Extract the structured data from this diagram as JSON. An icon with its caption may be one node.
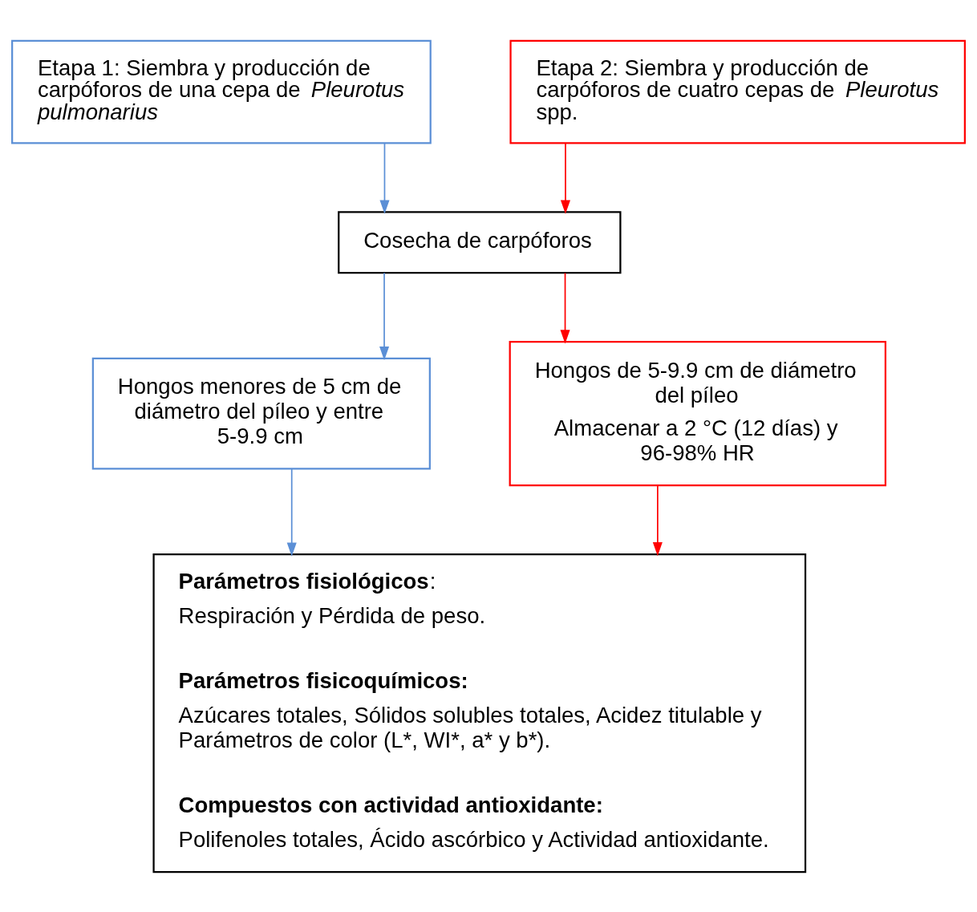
{
  "diagram": {
    "nodes": [
      {
        "text": [
          "Etapa 1: Siembra y producción de carpóforos de una cepa de *Pleurotus pulmonarius*"
        ]
      },
      {
        "text": [
          "Etapa 2: Siembra y producción de carpóforos de cuatro cepas de *Pleurotus* spp."
        ]
      },
      {
        "text": [
          "Cosecha de carpóforos"
        ]
      },
      {
        "text": [
          "Hongos menores de 5 cm de diámetro del píleo y entre 5-9.9 cm"
        ]
      },
      {
        "text": [
          "Hongos de 5-9.9 cm de diámetro del píleo",
          "Almacenar a 2 °C (12 días) y 96-98% HR"
        ]
      },
      {
        "text": [
          "**Parámetros fisiológicos**:",
          "Respiración y Pérdida de peso.",
          "**Parámetros fisicoquímicos:**",
          "Azúcares totales, Sólidos solubles totales, Acidez titulable y Parámetros de color (L*, WI*, a* y b*).",
          "**Compuestos con actividad antioxidante:**",
          "Polifenoles totales, Ácido ascórbico y Actividad antioxidante."
        ]
      }
    ],
    "edges": [
      {
        "from": 0,
        "to": 2,
        "arrow": "to",
        "color": "#5b8fd6"
      },
      {
        "from": 1,
        "to": 2,
        "arrow": "to",
        "color": "#ff0000"
      },
      {
        "from": 2,
        "to": 3,
        "arrow": "to",
        "color": "#5b8fd6"
      },
      {
        "from": 2,
        "to": 4,
        "arrow": "to",
        "color": "#ff0000"
      },
      {
        "from": 3,
        "to": 5,
        "arrow": "to",
        "color": "#5b8fd6"
      },
      {
        "from": 4,
        "to": 5,
        "arrow": "to",
        "color": "#ff0000"
      }
    ]
  }
}
